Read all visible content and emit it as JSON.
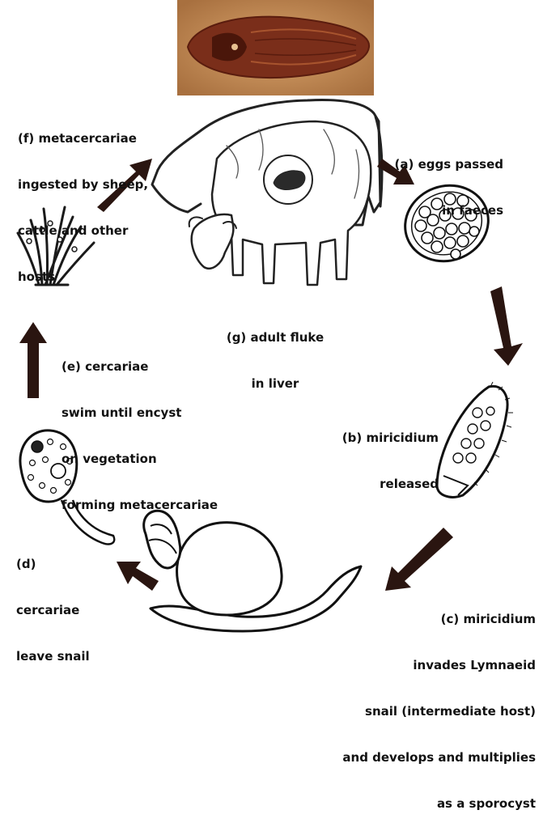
{
  "colors": {
    "arrow": "#2a1510",
    "ink": "#111111",
    "photo_bg": "#c08a55",
    "fluke": "#7a2e1a"
  },
  "photo": {
    "icon": "fluke-micrograph"
  },
  "labels": {
    "f": {
      "lines": [
        "(f) metacercariae",
        "ingested by sheep,",
        "cattle and other",
        "hosts"
      ]
    },
    "a": {
      "lines": [
        "(a) eggs passed",
        "in faeces"
      ]
    },
    "g": {
      "lines": [
        "(g) adult fluke",
        "in liver"
      ]
    },
    "e": {
      "lines": [
        "(e) cercariae",
        "swim until encyst",
        "on vegetation",
        "forming metacercariae"
      ]
    },
    "b": {
      "lines": [
        "(b) miricidium",
        "released"
      ]
    },
    "d": {
      "lines": [
        "(d)",
        "cercariae",
        "leave snail"
      ]
    },
    "c": {
      "lines": [
        "(c) miricidium",
        "invades Lymnaeid",
        "snail (intermediate host)",
        "and develops and multiplies",
        "as a sporocyst"
      ]
    }
  }
}
